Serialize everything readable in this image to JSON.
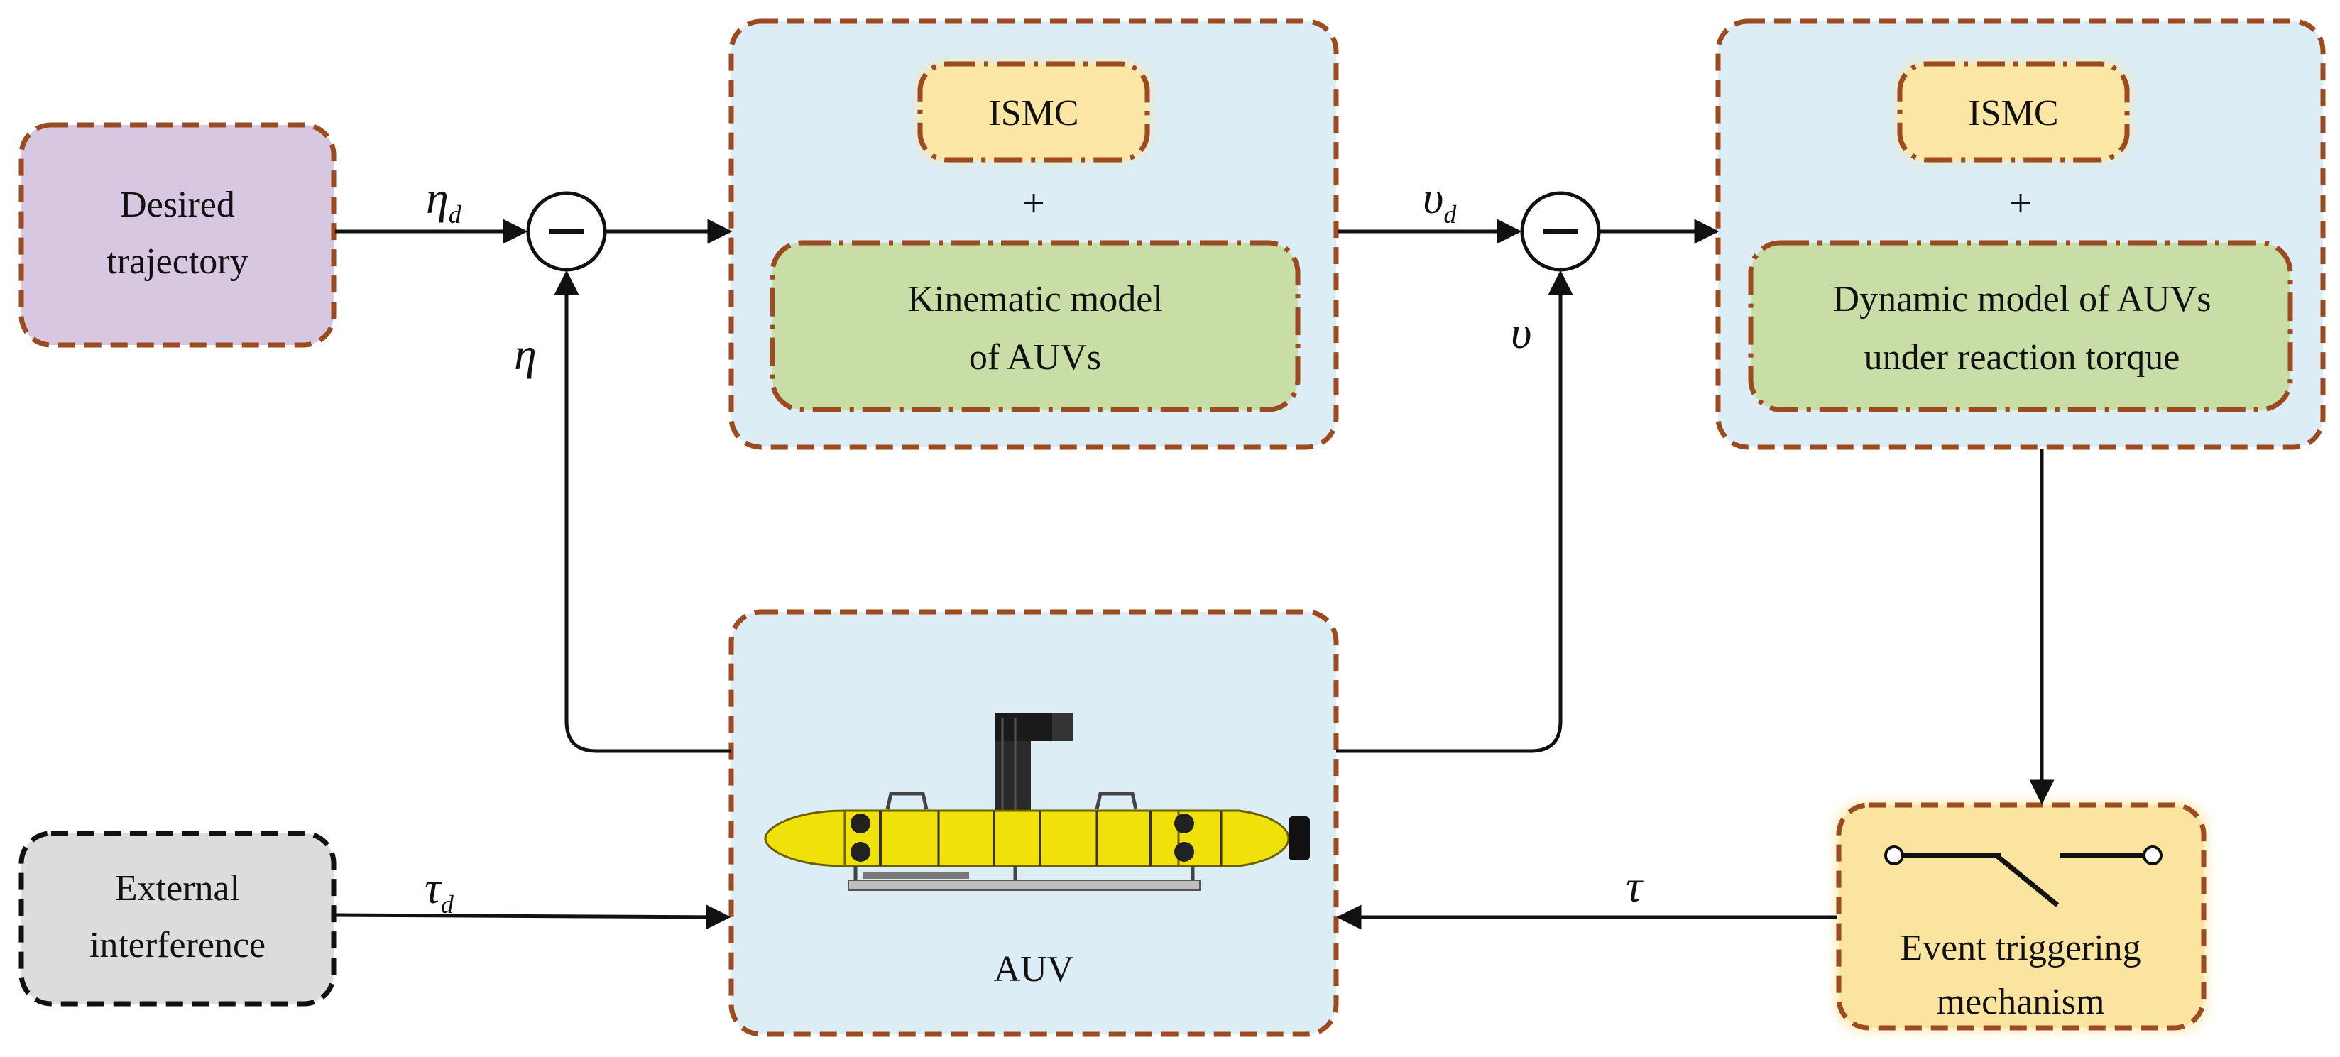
{
  "colors": {
    "dash_border": "#9c4a1f",
    "block_bg": "#dcedf5",
    "desired_fill": "#d7c7e0",
    "external_fill": "#dcdcdc",
    "ismc_fill": "#fbe6a6",
    "model_fill": "#c9dda7",
    "event_fill": "#fbe3a0",
    "auv_body": "#f1e10a",
    "wire": "#111111"
  },
  "desired": {
    "line1": "Desired",
    "line2": "trajectory"
  },
  "external": {
    "line1": "External",
    "line2": "interference"
  },
  "kinematic_block": {
    "ismc": "ISMC",
    "plus": "+",
    "model_line1": "Kinematic model",
    "model_line2": "of AUVs"
  },
  "dynamic_block": {
    "ismc": "ISMC",
    "plus": "+",
    "model_line1": "Dynamic model of AUVs",
    "model_line2": "under reaction torque"
  },
  "auv_block": {
    "label": "AUV"
  },
  "event_block": {
    "line1": "Event triggering",
    "line2": "mechanism"
  },
  "signals": {
    "eta": "η",
    "d": "d",
    "nu": "υ",
    "tau": "τ"
  }
}
